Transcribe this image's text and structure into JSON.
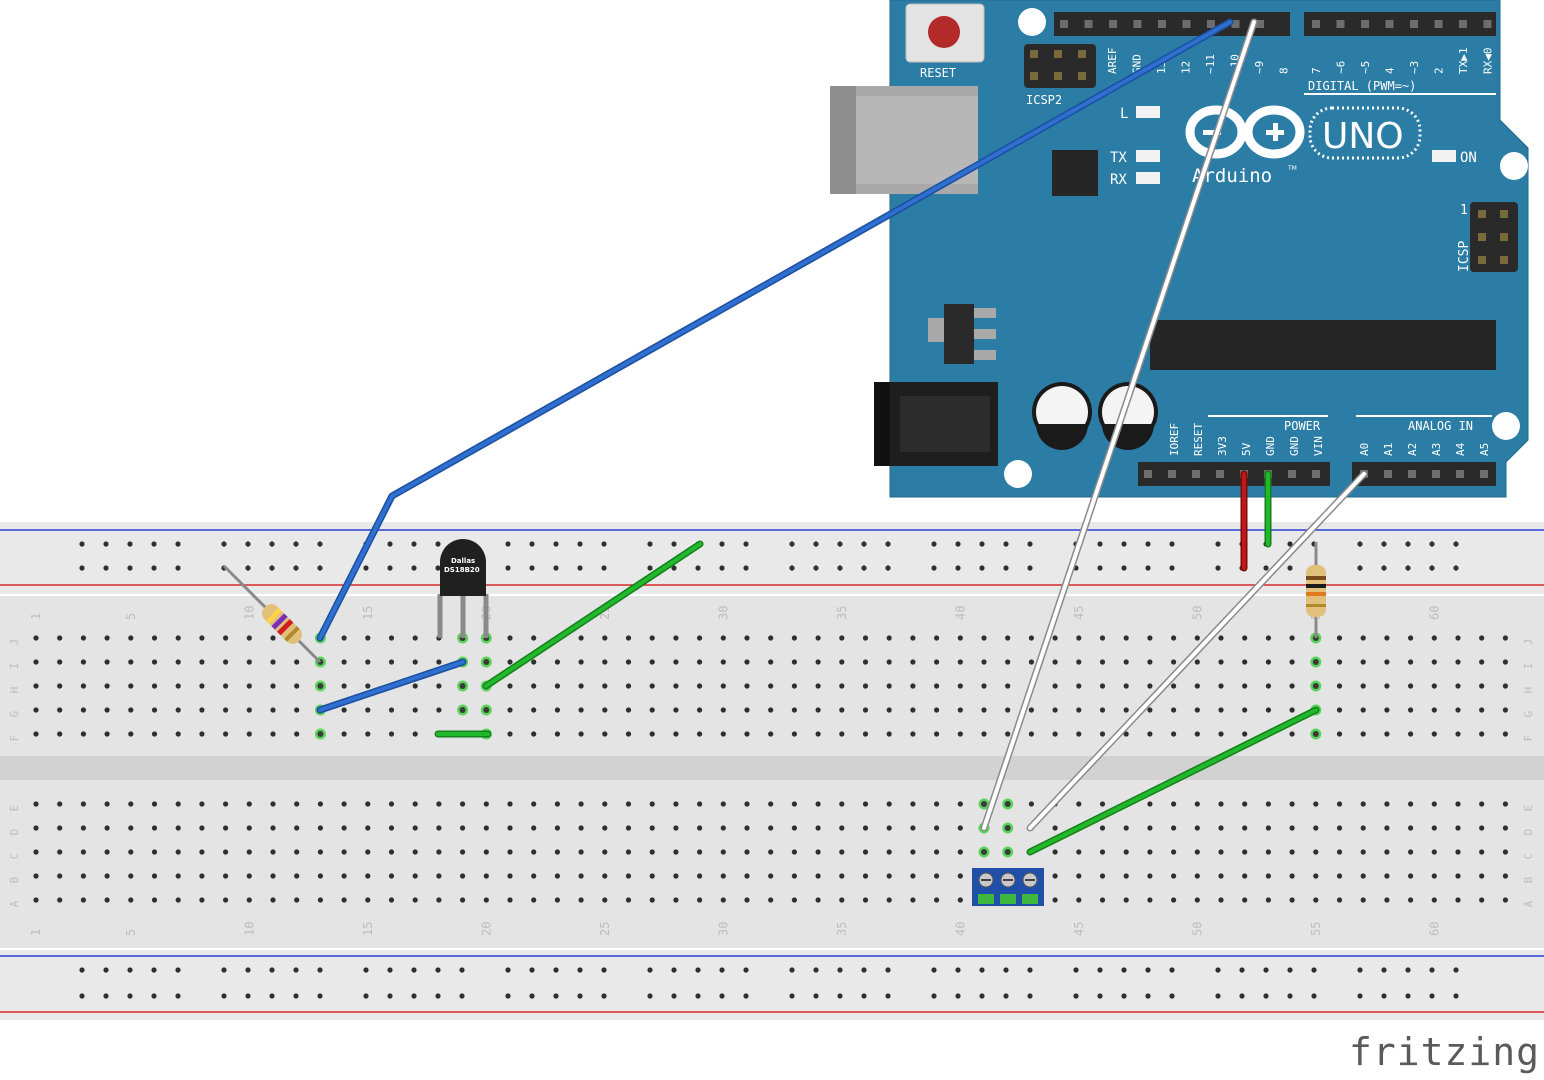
{
  "arduino": {
    "reset_label": "RESET",
    "icsp2_label": "ICSP2",
    "icsp_label": "ICSP",
    "icsp_pin1": "1",
    "brand_label": "Arduino",
    "model_label": "UNO",
    "tm": "TM",
    "led_l": "L",
    "led_tx": "TX",
    "led_rx": "RX",
    "led_on": "ON",
    "digital_label": "DIGITAL (PWM=~)",
    "power_label": "POWER",
    "analog_label": "ANALOG IN",
    "top_pins_left": [
      "AREF",
      "GND",
      "13",
      "12",
      "~11",
      "~10",
      "~9",
      "8"
    ],
    "top_pins_right": [
      "7",
      "~6",
      "~5",
      "4",
      "~3",
      "2",
      "TX▶1",
      "RX◀0"
    ],
    "power_pins": [
      "IOREF",
      "RESET",
      "3V3",
      "5V",
      "GND",
      "GND",
      "VIN"
    ],
    "analog_pins": [
      "A0",
      "A1",
      "A2",
      "A3",
      "A4",
      "A5"
    ]
  },
  "sensor": {
    "line1": "Dallas",
    "line2": "DS18B20"
  },
  "breadboard": {
    "col_numbers": [
      "1",
      "5",
      "10",
      "15",
      "20",
      "25",
      "30",
      "35",
      "40",
      "45",
      "50",
      "55",
      "60"
    ],
    "rows_top": [
      "J",
      "I",
      "H",
      "G",
      "F"
    ],
    "rows_bottom": [
      "E",
      "D",
      "C",
      "B",
      "A"
    ]
  },
  "colors": {
    "board": "#2b7da6",
    "wire_blue": "#2f6fd0",
    "wire_green": "#22b82c",
    "wire_red": "#c01818",
    "wire_white": "#ffffff",
    "rail_blue": "#2a3fd6",
    "rail_red": "#d62a2a",
    "active_hole": "#5bd35b"
  },
  "footer": {
    "brand": "fritzing"
  }
}
